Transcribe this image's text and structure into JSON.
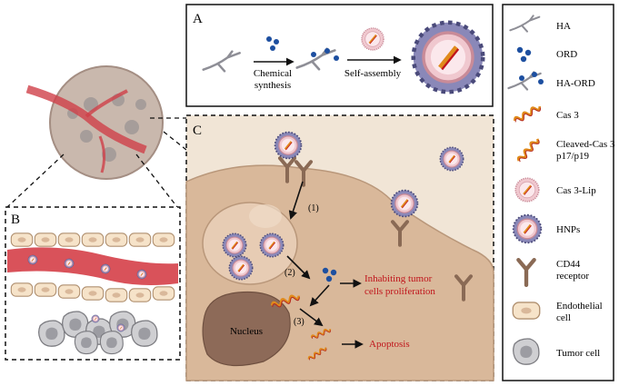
{
  "panels": {
    "a": {
      "letter": "A",
      "step1": [
        "Chemical",
        "synthesis"
      ],
      "step2": "Self-assembly"
    },
    "b": {
      "letter": "B"
    },
    "c": {
      "letter": "C",
      "steps": [
        "(1)",
        "(2)",
        "(3)"
      ],
      "nucleus": "Nucleus",
      "outcome1": [
        "Inhabiting tumor",
        "cells proliferation"
      ],
      "outcome2": "Apoptosis"
    }
  },
  "legend": [
    {
      "icon": "ha-icon",
      "label": [
        "HA"
      ]
    },
    {
      "icon": "ord-icon",
      "label": [
        "ORD"
      ]
    },
    {
      "icon": "ha-ord-icon",
      "label": [
        "HA-ORD"
      ]
    },
    {
      "icon": "cas3-icon",
      "label": [
        "Cas 3"
      ]
    },
    {
      "icon": "cleaved-cas3-icon",
      "label": [
        "Cleaved-Cas 3",
        "p17/p19"
      ]
    },
    {
      "icon": "cas3-lip-icon",
      "label": [
        "Cas 3-Lip"
      ]
    },
    {
      "icon": "hnps-icon",
      "label": [
        "HNPs"
      ]
    },
    {
      "icon": "cd44-receptor-icon",
      "label": [
        "CD44",
        "receptor"
      ]
    },
    {
      "icon": "endothelial-cell-icon",
      "label": [
        "Endothelial",
        "cell"
      ]
    },
    {
      "icon": "tumor-cell-icon",
      "label": [
        "Tumor cell"
      ]
    }
  ],
  "colors": {
    "red_text": "#c0141b",
    "cell_fill": "#d9b89a",
    "panel_c_bg": "#f1e5d6",
    "ord_blue": "#1d4fa0",
    "ha_gray": "#8e8e96",
    "vessel": "#d9525a",
    "receptor": "#8a6a55"
  }
}
